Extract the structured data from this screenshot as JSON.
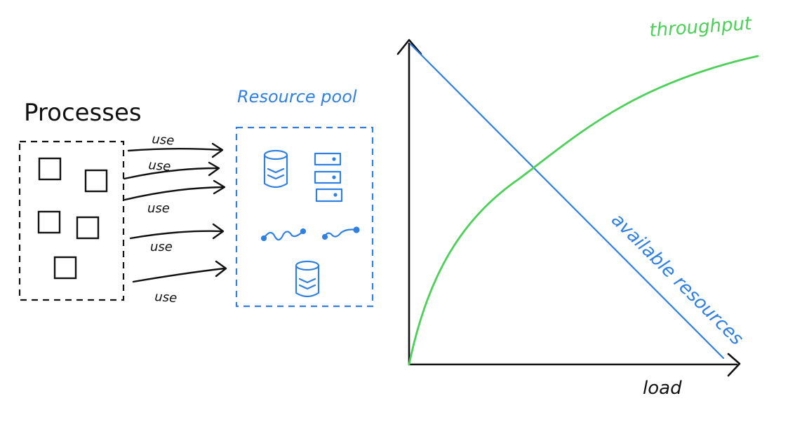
{
  "colors": {
    "ink": "#111111",
    "blue": "#2f80e0",
    "green": "#4cd05a"
  },
  "left": {
    "processes_title": "Processes",
    "pool_title": "Resource pool",
    "use_labels": [
      "use",
      "use",
      "use",
      "use",
      "use"
    ],
    "icons": [
      "database-icon",
      "server-stack-icon",
      "network-link-icon",
      "network-link-icon",
      "database-icon"
    ]
  },
  "chart_data": {
    "type": "line",
    "xlabel": "load",
    "ylabel": "",
    "series": [
      {
        "name": "throughput"
      },
      {
        "name": "available resources"
      }
    ]
  }
}
